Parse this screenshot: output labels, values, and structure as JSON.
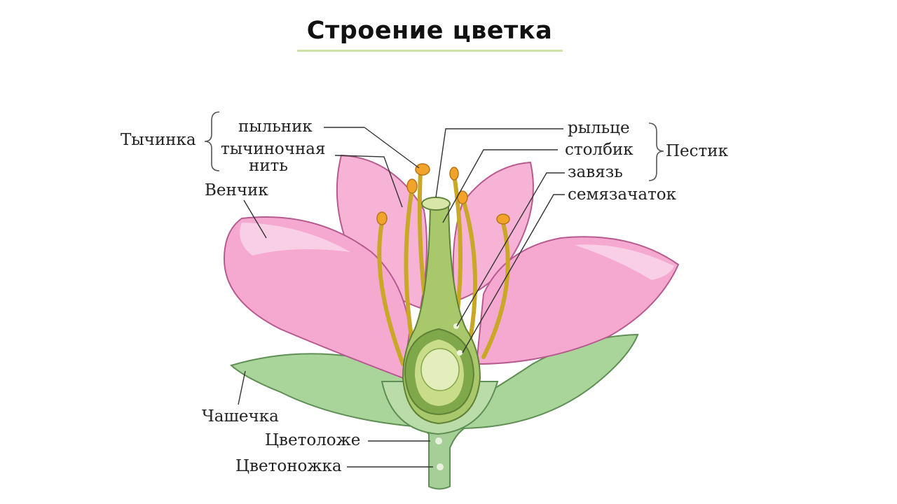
{
  "title": "Строение цветка",
  "labels": {
    "stamen": "Тычинка",
    "anther": "пыльник",
    "filament_1": "тычиночная",
    "filament_2": "нить",
    "corolla": "Венчик",
    "calyx": "Чашечка",
    "receptacle": "Цветоложе",
    "pedicel": "Цветоножка",
    "stigma": "рыльце",
    "style": "столбик",
    "ovary": "завязь",
    "ovule": "семязачаток",
    "pistil": "Пестик"
  },
  "colors": {
    "petal": "#f4a6cf",
    "petal_light": "#f9cce3",
    "petal_dark": "#d97fb0",
    "sepal": "#8fc48a",
    "sepal_light": "#c6e3b9",
    "stamen": "#d7c23a",
    "anther": "#f0a020",
    "pistil": "#a9c86c",
    "pistil_dark": "#6e9a3c",
    "ovule": "#dbe9b0",
    "title_underline": "#cfe3a8"
  }
}
